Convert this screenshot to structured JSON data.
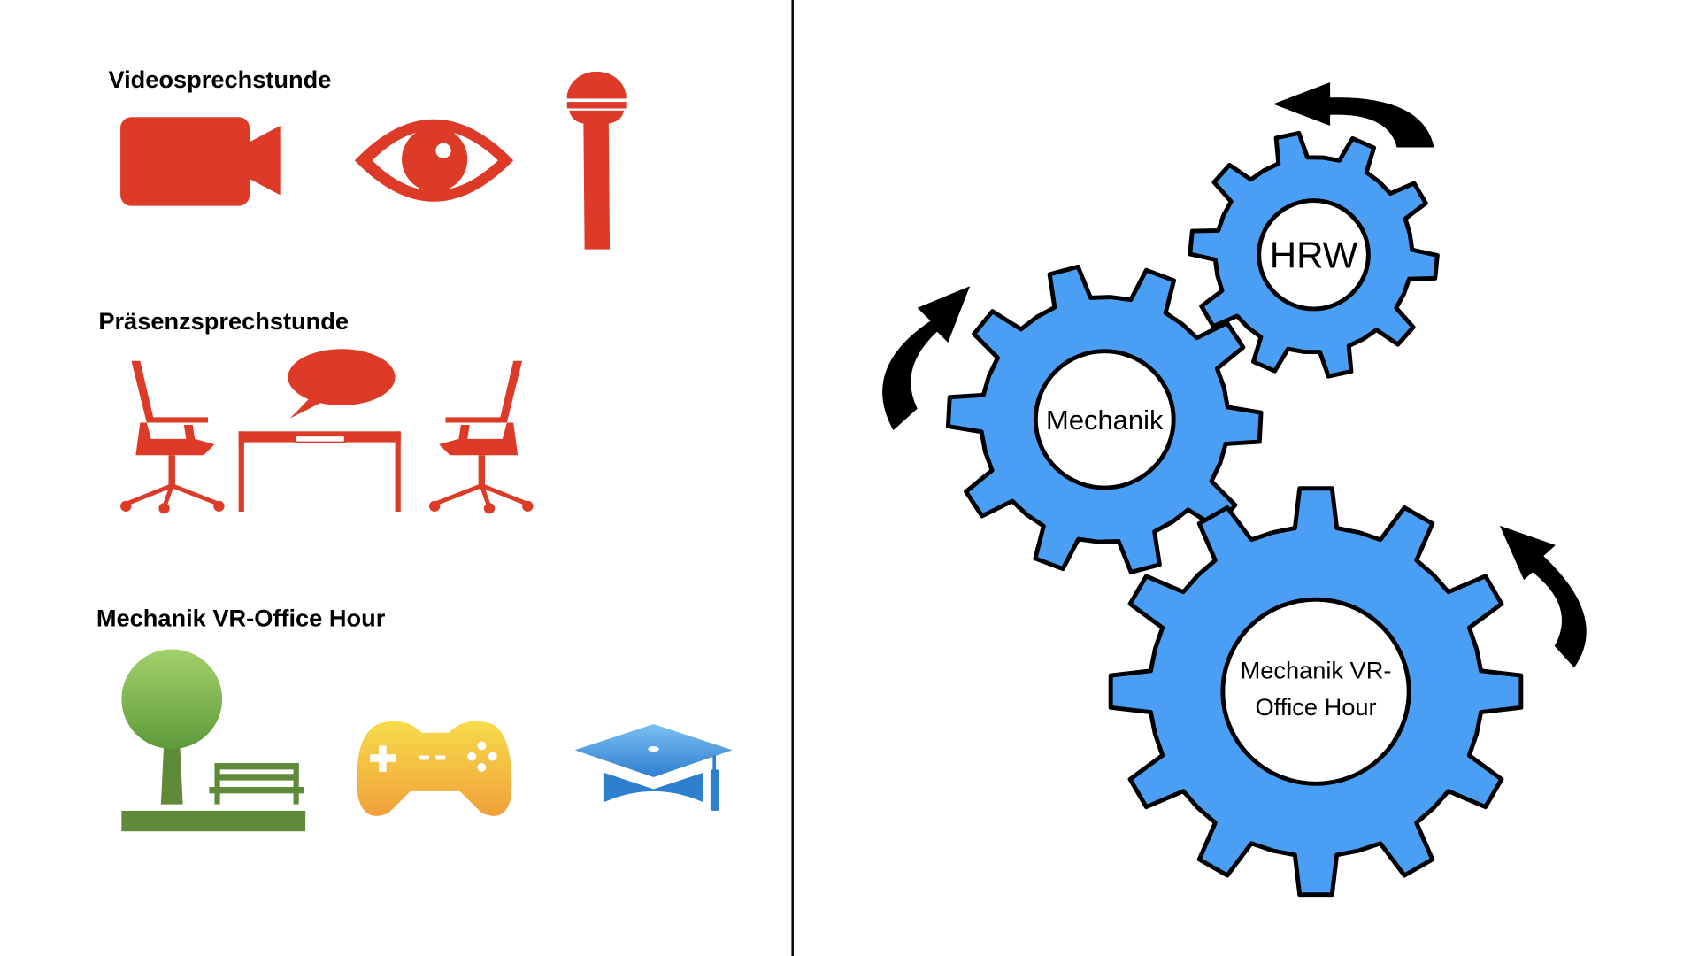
{
  "left": {
    "sections": [
      {
        "title": "Videosprechstunde",
        "icons": [
          "video-camera-icon",
          "eye-icon",
          "microphone-icon"
        ]
      },
      {
        "title": "Präsenzsprechstunde",
        "icons": [
          "office-chair-icon",
          "speech-bubble-icon",
          "desk-icon",
          "office-chair-icon"
        ]
      },
      {
        "title": "Mechanik VR-Office Hour",
        "icons": [
          "tree-bench-icon",
          "gamepad-icon",
          "graduation-cap-icon"
        ]
      }
    ]
  },
  "right": {
    "gears": [
      {
        "label": "HRW",
        "teeth": 10,
        "rotation": "counterclockwise"
      },
      {
        "label": "Mechanik",
        "teeth": 10,
        "rotation": "clockwise"
      },
      {
        "label_line1": "Mechanik VR-",
        "label_line2": "Office Hour",
        "teeth": 12,
        "rotation": "counterclockwise"
      }
    ]
  },
  "colors": {
    "red": "#dd3b27",
    "gear": "#4a9ff5",
    "green": "#5e8a3a"
  }
}
